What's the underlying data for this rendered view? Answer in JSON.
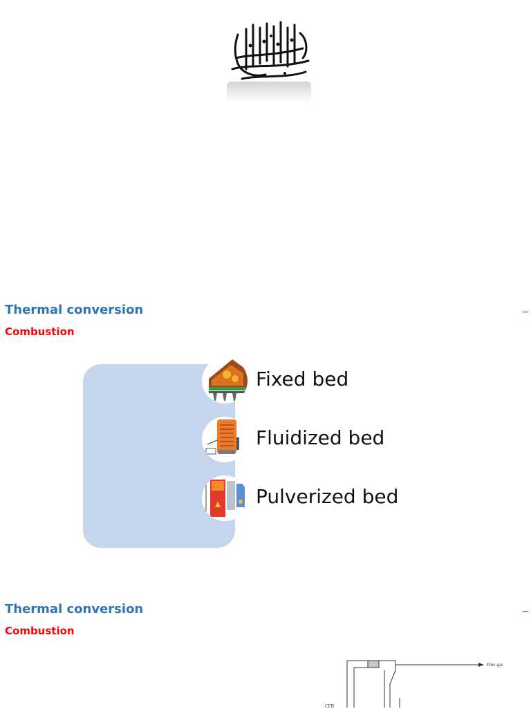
{
  "header": {
    "emblem": "بسم الله الرحمن الرحيم"
  },
  "slide1": {
    "title": "Thermal conversion",
    "subtitle": "Combustion",
    "beds": [
      {
        "label": "Fixed bed",
        "icon": "fixed-bed-furnace-icon"
      },
      {
        "label": "Fluidized bed",
        "icon": "fluidized-bed-boiler-icon"
      },
      {
        "label": "Pulverized bed",
        "icon": "pulverized-bed-boiler-icon"
      }
    ]
  },
  "slide2": {
    "title": "Thermal conversion",
    "subtitle": "Combustion",
    "diagram": {
      "flue_gas_label": "Flue gas",
      "cfb_label": "CFB"
    }
  },
  "colors": {
    "title_blue": "#2e75b6",
    "subtitle_red": "#ff0000",
    "panel_blue": "#c5d6ec"
  }
}
